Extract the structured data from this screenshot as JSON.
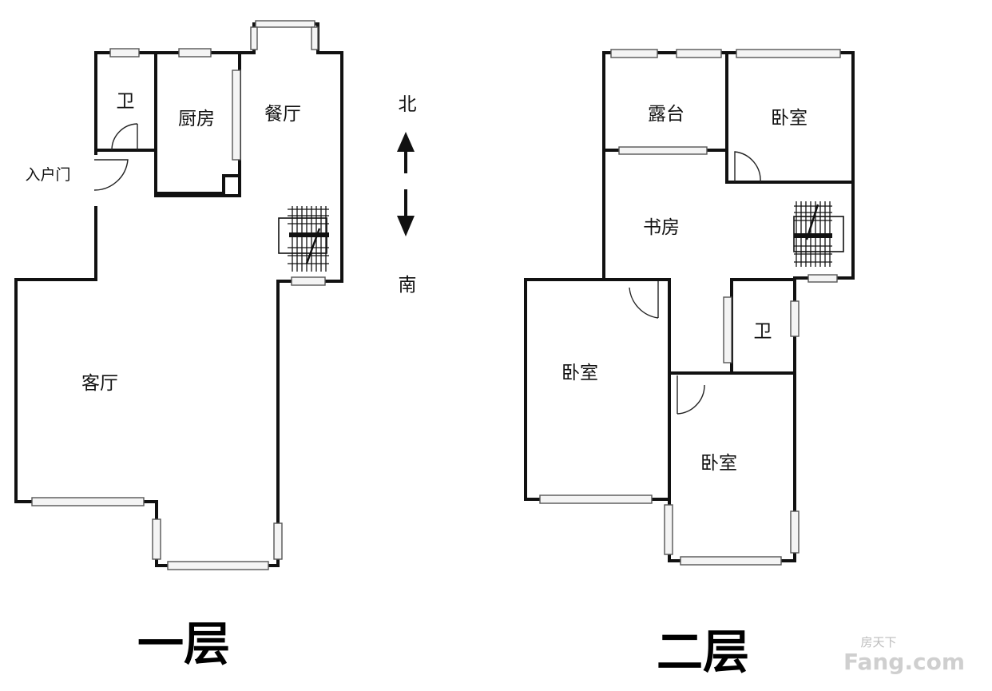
{
  "floor1": {
    "title": "一层",
    "rooms": {
      "bath": "卫",
      "kitchen": "厨房",
      "dining": "餐厅",
      "living": "客厅"
    },
    "entrance": "入户门"
  },
  "floor2": {
    "title": "二层",
    "rooms": {
      "terrace": "露台",
      "bedroom_ne": "卧室",
      "study": "书房",
      "bath": "卫",
      "bedroom_w": "卧室",
      "bedroom_s": "卧室"
    }
  },
  "compass": {
    "north": "北",
    "south": "南"
  },
  "watermark": {
    "chinese": "房天下",
    "brand": "Fang.com"
  }
}
